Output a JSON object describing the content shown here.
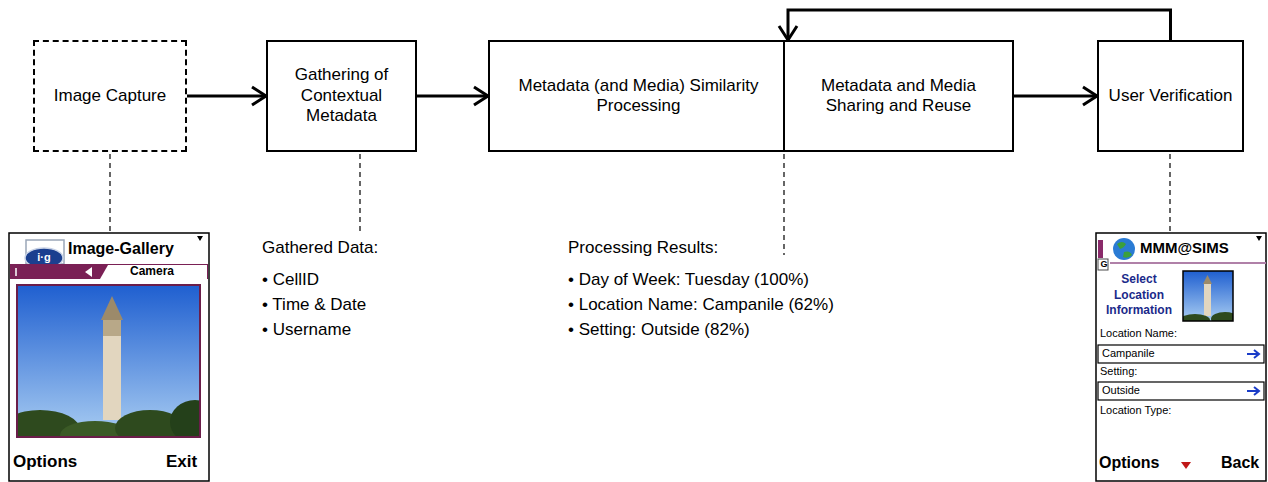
{
  "diagram": {
    "nodes": [
      {
        "text": [
          "Image Capture"
        ]
      },
      {
        "text": [
          "Gathering of Contextual Metadata"
        ]
      },
      {
        "text": [
          "Metadata (and Media) Similarity Processing"
        ]
      },
      {
        "text": [
          "Metadata and Media Sharing and Reuse"
        ]
      },
      {
        "text": [
          "User Verification"
        ]
      }
    ],
    "edges": [
      {
        "from": 0,
        "to": 1,
        "arrow": "to"
      },
      {
        "from": 1,
        "to": 2,
        "arrow": "to"
      },
      {
        "from": 3,
        "to": 4,
        "arrow": "to"
      },
      {
        "from": 4,
        "to": 2,
        "arrow": "to"
      }
    ],
    "labels": [
      "Gathered Data:",
      "• CellID",
      "• Time & Date",
      "• Username",
      "Processing Results:",
      "• Day of Week: Tuesday (100%)",
      "• Location Name: Campanile (62%)",
      "• Setting: Outside (82%)",
      "i·g",
      "Image-Gallery",
      "Camera",
      "Options",
      "Exit",
      "MMM@SIMS",
      "G",
      "Select Location Information",
      "Location Name:",
      "Campanile",
      "Setting:",
      "Outside",
      "Location Type:",
      "Options",
      "Back"
    ]
  }
}
